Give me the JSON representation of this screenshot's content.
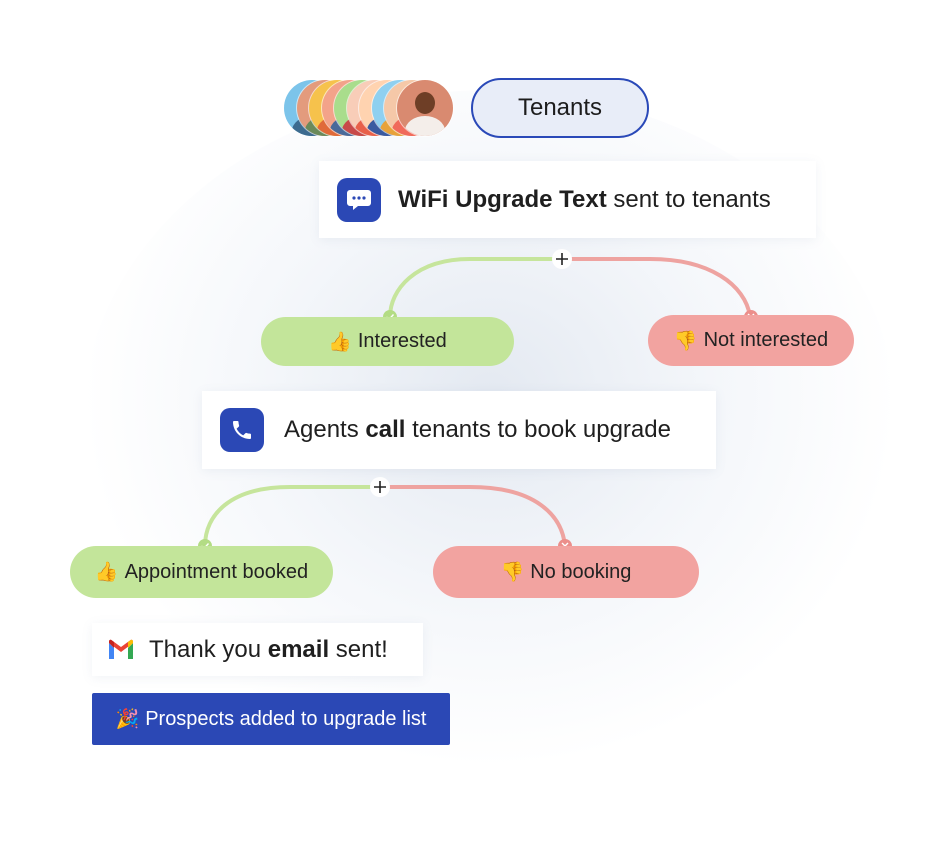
{
  "audience": {
    "label": "Tenants",
    "avatar_colors": [
      {
        "bg": "#7cc4ea",
        "skin": "#8a5a3c",
        "shirt": "#3d6b8f"
      },
      {
        "bg": "#e39b7d",
        "skin": "#5b3a2a",
        "shirt": "#6a8a5a"
      },
      {
        "bg": "#f6c24c",
        "skin": "#c98a5a",
        "shirt": "#e06a3a"
      },
      {
        "bg": "#f3a38a",
        "skin": "#7a4a30",
        "shirt": "#4a6a9a"
      },
      {
        "bg": "#a9dd8c",
        "skin": "#d9a07a",
        "shirt": "#c84a4a"
      },
      {
        "bg": "#f8cdb8",
        "skin": "#6a3a22",
        "shirt": "#e8604a"
      },
      {
        "bg": "#ffd3b0",
        "skin": "#b5754a",
        "shirt": "#3a5aa0"
      },
      {
        "bg": "#8fd0f0",
        "skin": "#5a3422",
        "shirt": "#e8a23a"
      },
      {
        "bg": "#f5c8a8",
        "skin": "#8a5034",
        "shirt": "#f06a5a"
      },
      {
        "bg": "#d98a70",
        "skin": "#6e3e26",
        "shirt": "#f4eeea"
      }
    ]
  },
  "step1": {
    "icon": "chat-bubble-icon",
    "bold": "WiFi Upgrade Text",
    "rest": " sent to tenants"
  },
  "branch1": {
    "yes_emoji": "👍",
    "yes_label": "Interested",
    "no_emoji": "👎",
    "no_label": "Not interested"
  },
  "step2": {
    "icon": "phone-icon",
    "pre": "Agents ",
    "bold": "call",
    "rest": " tenants to book upgrade"
  },
  "branch2": {
    "yes_emoji": "👍",
    "yes_label": "Appointment booked",
    "no_emoji": "👎",
    "no_label": "No booking"
  },
  "step3": {
    "icon": "gmail-icon",
    "pre": "Thank you ",
    "bold": "email",
    "rest": " sent!"
  },
  "result": {
    "emoji": "🎉",
    "label": "Prospects added to upgrade list"
  },
  "colors": {
    "accent": "#2b48b5",
    "yes_line": "#c6e59c",
    "no_line": "#eea3a0",
    "yes_pill": "#c3e59a",
    "no_pill": "#f2a3a0"
  }
}
